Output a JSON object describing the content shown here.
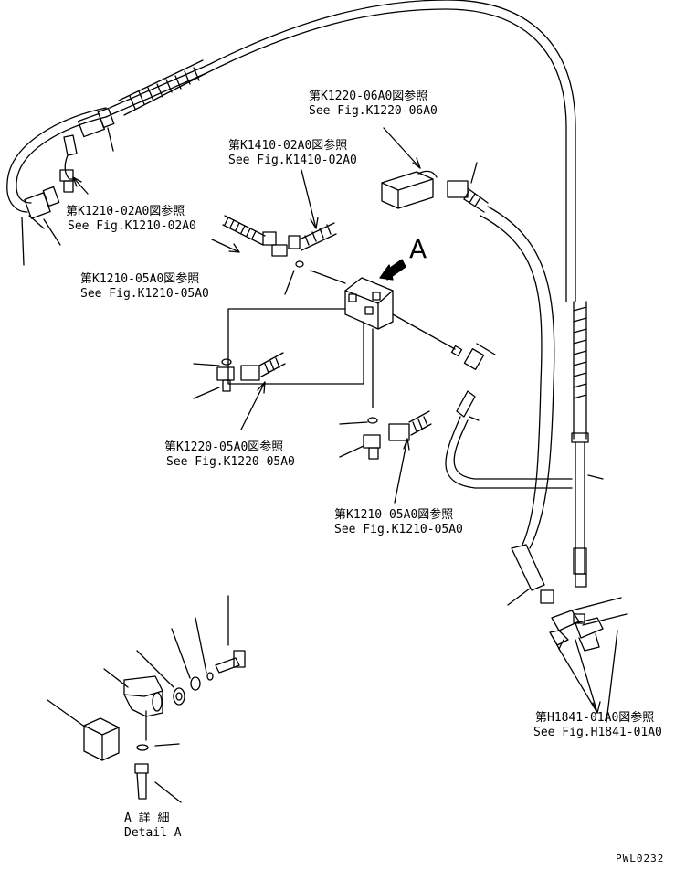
{
  "refs": {
    "k1220_06a0": {
      "jp": "第K1220-06A0図参照",
      "en": "See Fig.K1220-06A0"
    },
    "k1410_02a0": {
      "jp": "第K1410-02A0図参照",
      "en": "See Fig.K1410-02A0"
    },
    "k1210_02a0": {
      "jp": "第K1210-02A0図参照",
      "en": "See Fig.K1210-02A0"
    },
    "k1210_05a0_left": {
      "jp": "第K1210-05A0図参照",
      "en": "See Fig.K1210-05A0"
    },
    "k1220_05a0": {
      "jp": "第K1220-05A0図参照",
      "en": "See Fig.K1220-05A0"
    },
    "k1210_05a0_right": {
      "jp": "第K1210-05A0図参照",
      "en": "See Fig.K1210-05A0"
    },
    "h1841_01a0": {
      "jp": "第H1841-01A0図参照",
      "en": "See Fig.H1841-01A0"
    }
  },
  "detail_marker": "A",
  "detail_caption": {
    "jp": "A 詳 細",
    "en": "Detail A"
  },
  "drawing_number": "PWL0232",
  "colors": {
    "line": "#000000",
    "background": "#ffffff"
  }
}
